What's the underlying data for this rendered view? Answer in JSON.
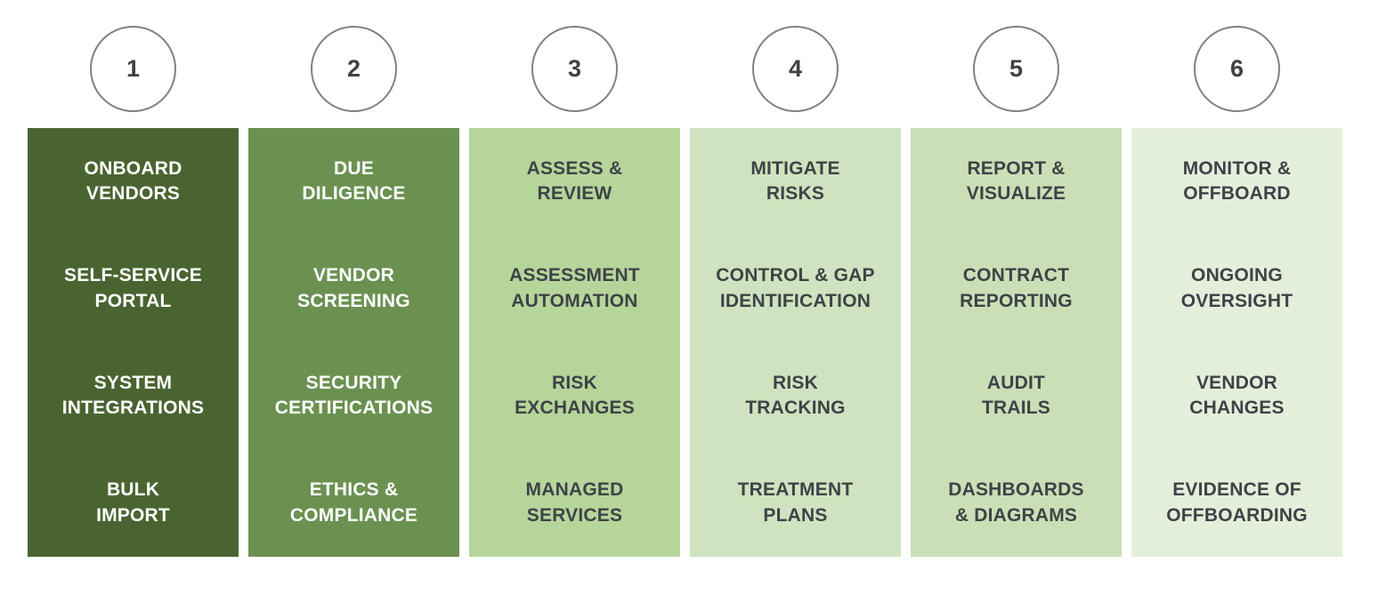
{
  "diagram": {
    "description": "Six-step vendor lifecycle process diagram",
    "circle_style": {
      "border_color": "#7b857a",
      "fill": "#ffffff",
      "number_color": "#3f4245"
    },
    "steps": [
      {
        "number": "1",
        "heading": "ONBOARD\nVENDORS",
        "items": [
          "SELF-SERVICE\nPORTAL",
          "SYSTEM\nINTEGRATIONS",
          "BULK\nIMPORT"
        ],
        "background": "#4a6431",
        "text_color": "#ffffff"
      },
      {
        "number": "2",
        "heading": "DUE\nDILIGENCE",
        "items": [
          "VENDOR\nSCREENING",
          "SECURITY\nCERTIFICATIONS",
          "ETHICS &\nCOMPLIANCE"
        ],
        "background": "#6b9151",
        "text_color": "#ffffff"
      },
      {
        "number": "3",
        "heading": "ASSESS &\nREVIEW",
        "items": [
          "ASSESSMENT\nAUTOMATION",
          "RISK\nEXCHANGES",
          "MANAGED\nSERVICES"
        ],
        "background": "#b6d59a",
        "text_color": "#3e4347"
      },
      {
        "number": "4",
        "heading": "MITIGATE\nRISKS",
        "items": [
          "CONTROL & GAP\nIDENTIFICATION",
          "RISK\nTRACKING",
          "TREATMENT\nPLANS"
        ],
        "background": "#d0e3c0",
        "text_color": "#3e4347"
      },
      {
        "number": "5",
        "heading": "REPORT &\nVISUALIZE",
        "items": [
          "CONTRACT\nREPORTING",
          "AUDIT\nTRAILS",
          "DASHBOARDS\n& DIAGRAMS"
        ],
        "background": "#cbdfb7",
        "text_color": "#3e4347"
      },
      {
        "number": "6",
        "heading": "MONITOR &\nOFFBOARD",
        "items": [
          "ONGOING\nOVERSIGHT",
          "VENDOR\nCHANGES",
          "EVIDENCE OF\nOFFBOARDING"
        ],
        "background": "#e4efdb",
        "text_color": "#3e4347"
      }
    ]
  }
}
